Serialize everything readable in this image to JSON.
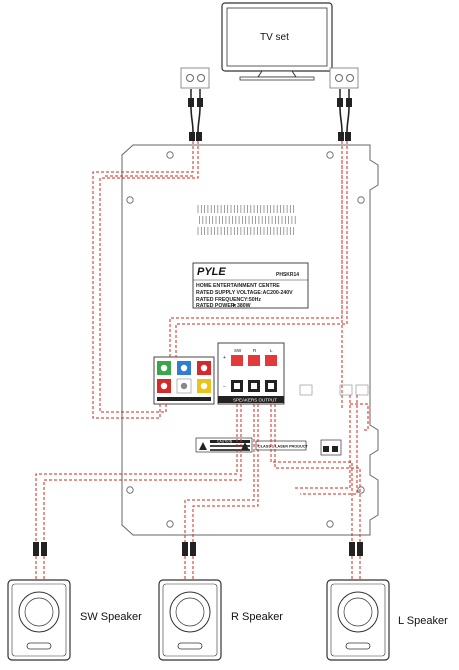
{
  "tv": {
    "label": "TV set"
  },
  "nameplate": {
    "brand": "PYLE",
    "model": "PHSKR14",
    "line1": "HOME ENTERTAINMENT CENTRE",
    "line2": "RATED SUPPLY VOLTAGE:AC200-240V",
    "line3": "RATED FREQUENCY:50Hz",
    "line4": "RATED POWER:",
    "power_value": "380W"
  },
  "panel": {
    "speakers_output_label": "SPEAKERS OUTPUT",
    "caution_label": "CAUTION",
    "laser_label": "CLASS 1 LASER PRODUCT",
    "terminal_labels": [
      "SW",
      "R",
      "L"
    ]
  },
  "speakers": [
    {
      "name": "SW Speaker"
    },
    {
      "name": "R Speaker"
    },
    {
      "name": "L Speaker"
    }
  ],
  "colors": {
    "wire": "#d0281e",
    "outline": "#555555",
    "rca_green": "#3aa64a",
    "rca_blue": "#2f7fd0",
    "rca_red": "#d42a2a",
    "rca_yellow": "#e9c21a",
    "terminal_red": "#e23a3a"
  }
}
